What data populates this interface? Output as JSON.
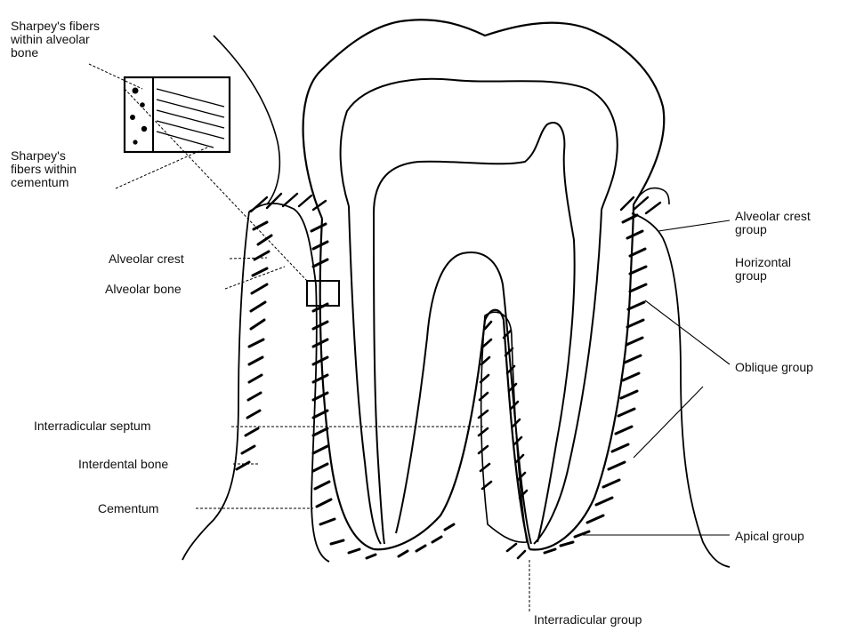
{
  "labels": {
    "sharpeys_bone": "Sharpey's fibers\nwithin alveolar\nbone",
    "sharpeys_cementum": "Sharpey's\nfibers within\ncementum",
    "alveolar_crest": "Alveolar crest",
    "alveolar_bone": "Alveolar bone",
    "interradicular_septum": "Interradicular septum",
    "interdental_bone": "Interdental bone",
    "cementum": "Cementum",
    "alveolar_crest_group": "Alveolar crest\ngroup",
    "horizontal_group": "Horizontal\ngroup",
    "oblique_group": "Oblique group",
    "apical_group": "Apical group",
    "interradicular_group": "Interradicular group"
  },
  "colors": {
    "line": "#000000",
    "background": "#ffffff"
  }
}
